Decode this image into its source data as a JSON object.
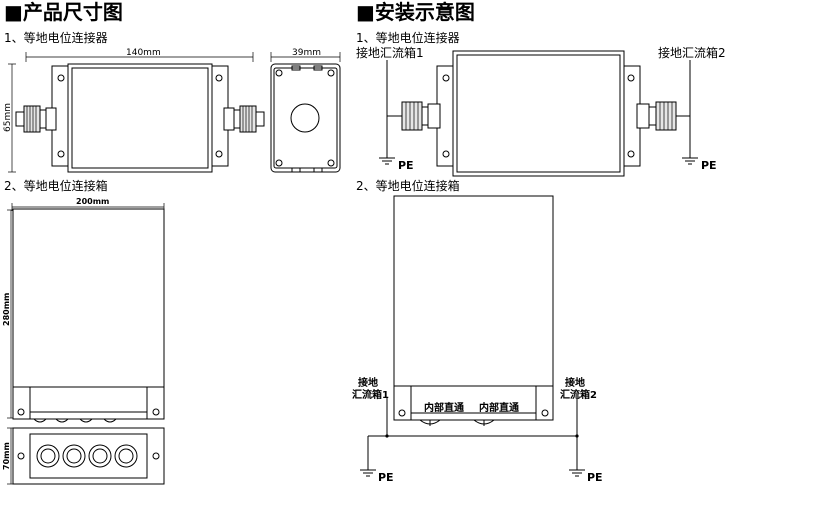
{
  "sections": {
    "dimensions_title": "■产品尺寸图",
    "install_title": "■安装示意图"
  },
  "left": {
    "item1_label": "1、等地电位连接器",
    "item2_label": "2、等地电位连接箱",
    "dim_140": "140mm",
    "dim_39": "39mm",
    "dim_65": "65mm",
    "dim_200": "200mm",
    "dim_280": "280mm",
    "dim_70": "70mm"
  },
  "right": {
    "item1_label": "1、等地电位连接器",
    "item2_label": "2、等地电位连接箱",
    "box1_label": "接地汇流箱1",
    "box2_label": "接地汇流箱2",
    "box1_label_line1": "接地",
    "box1_label_line2": "汇流箱1",
    "box2_label_line1": "接地",
    "box2_label_line2": "汇流箱2",
    "internal_through": "内部直通",
    "pe": "PE"
  }
}
